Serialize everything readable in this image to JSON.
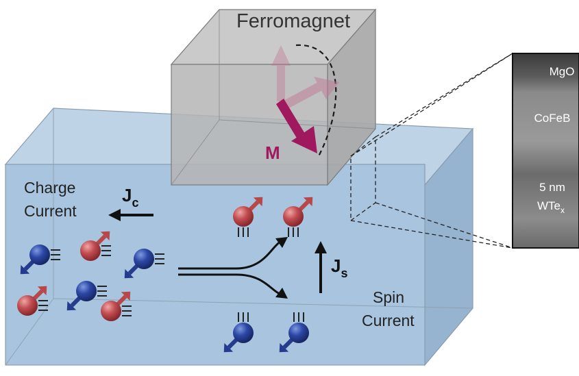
{
  "labels": {
    "ferromagnet": "Ferromagnet",
    "magnetization": "M",
    "charge_current_line1": "Charge",
    "charge_current_line2": "Current",
    "jc_main": "J",
    "jc_sub": "c",
    "js_main": "J",
    "js_sub": "s",
    "spin_current_line1": "Spin",
    "spin_current_line2": "Current"
  },
  "tem_inset": {
    "layer_top": "MgO",
    "layer_mid": "CoFeB",
    "scale": "5 nm",
    "layer_bottom_main": "WTe",
    "layer_bottom_sub": "x"
  },
  "colors": {
    "substrate_fill": "#a6c2dc",
    "ferromagnet_fill": "#bcbcbc",
    "spin_up_ball": "#b8474a",
    "spin_down_ball": "#243b8e",
    "magnetization_arrow": "#a0185e",
    "text": "#222222"
  }
}
